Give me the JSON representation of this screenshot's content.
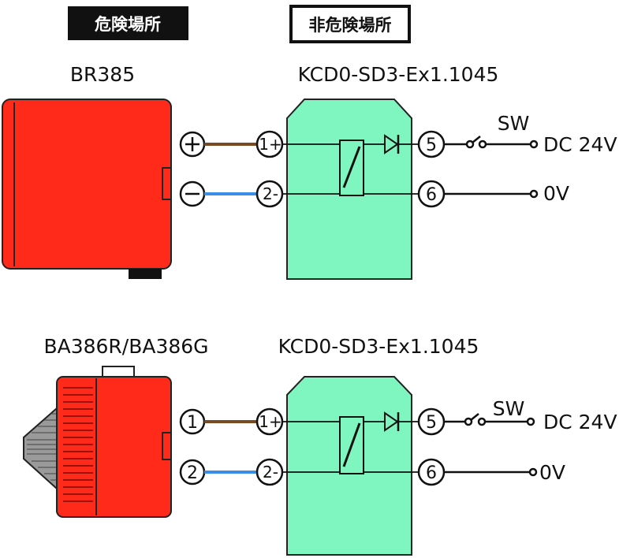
{
  "headers": {
    "hazardous": "危険場所",
    "non_hazardous": "非危険場所"
  },
  "colors": {
    "device_red": "#ff2a1a",
    "device_edge": "#222222",
    "barrier_green": "#7ff5bf",
    "wire_brown": "#7a4a22",
    "wire_blue": "#3a8ee8",
    "wire_black": "#111111"
  },
  "circuit_top": {
    "device_name": "BR385",
    "device_terminal_plus": "+",
    "device_terminal_minus": "−",
    "barrier_name": "KCD0-SD3-Ex1.1045",
    "terminal_1": "1+",
    "terminal_2": "2-",
    "terminal_5": "5",
    "terminal_6": "6",
    "switch_label": "SW",
    "supply_positive": "DC 24V",
    "supply_zero": "0V"
  },
  "circuit_bottom": {
    "device_name": "BA386R/BA386G",
    "device_terminal_1": "1",
    "device_terminal_2": "2",
    "barrier_name": "KCD0-SD3-Ex1.1045",
    "terminal_1": "1+",
    "terminal_2": "2-",
    "terminal_5": "5",
    "terminal_6": "6",
    "switch_label": "SW",
    "supply_positive": "DC 24V",
    "supply_zero": "0V"
  }
}
